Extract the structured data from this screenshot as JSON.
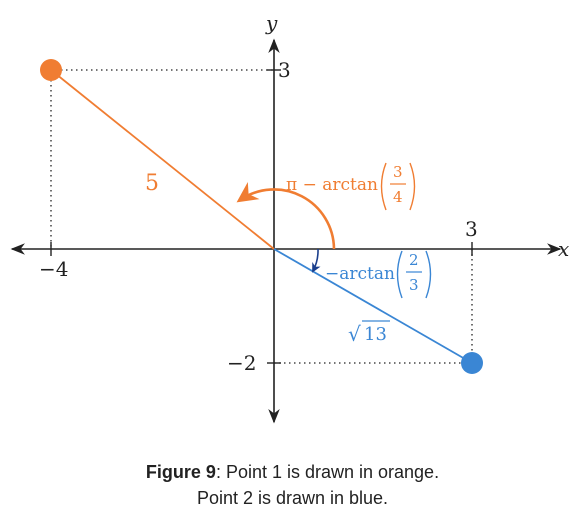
{
  "axes": {
    "x_label": "x",
    "y_label": "y",
    "tick_labels": {
      "x_neg4": "−4",
      "x_3": "3",
      "y_3": "3",
      "y_neg2": "−2"
    }
  },
  "point1": {
    "coords": [
      -4,
      3
    ],
    "color": "#f07d32",
    "length_label": "5",
    "angle_prefix": "π − arctan",
    "angle_num": "3",
    "angle_den": "4"
  },
  "point2": {
    "coords": [
      3,
      -2
    ],
    "color": "#3a86d4",
    "length_sqrt_symbol": "√",
    "length_radicand": "13",
    "angle_prefix": "−arctan",
    "angle_num": "2",
    "angle_den": "3"
  },
  "caption": {
    "label": "Figure 9",
    "line1_rest": ": Point 1 is drawn in orange.",
    "line2": "Point 2 is drawn in blue."
  }
}
